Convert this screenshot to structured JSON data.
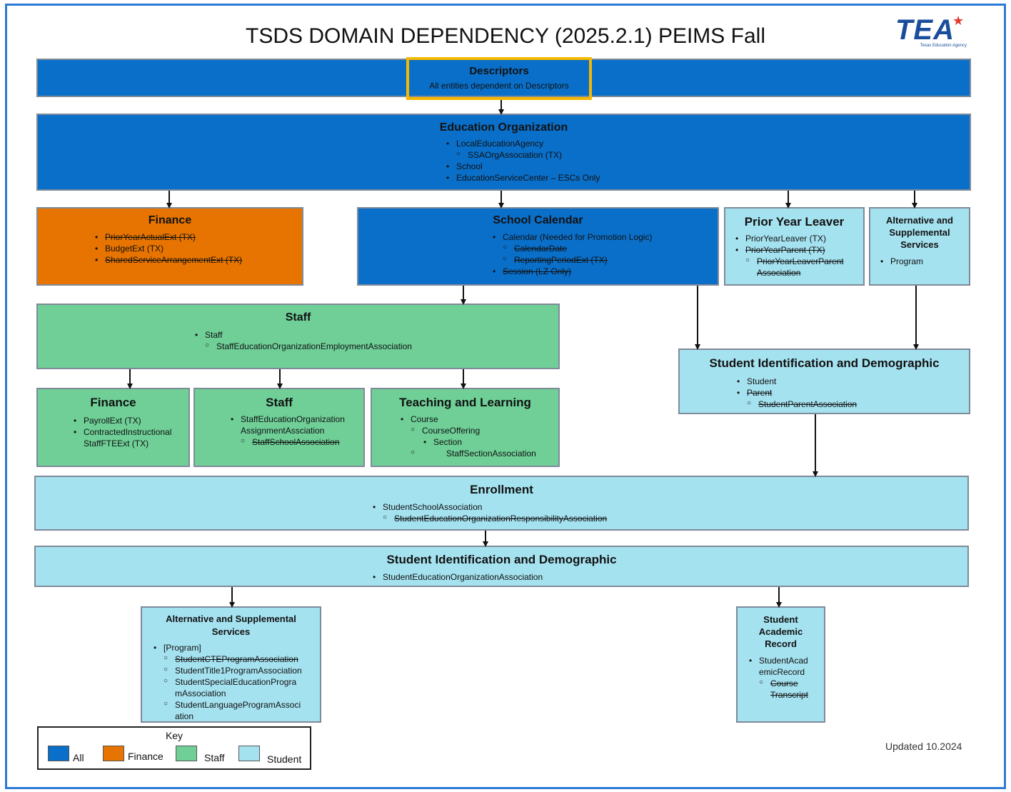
{
  "title": "TSDS DOMAIN DEPENDENCY (2025.2.1) PEIMS Fall",
  "logo": {
    "text": "TEA",
    "subtitle": "Texas Education Agency"
  },
  "colors": {
    "all": "#0a6fc9",
    "finance": "#e77400",
    "staff": "#6fcf97",
    "student": "#a5e2f0",
    "highlight": "#f5b800"
  },
  "descriptors": {
    "title": "Descriptors",
    "subtitle": "All entities dependent on Descriptors"
  },
  "education_org": {
    "title": "Education Organization",
    "items": [
      "LocalEducationAgency",
      "SSAOrgAssociation (TX)",
      "School",
      "EducationServiceCenter – ESCs Only"
    ]
  },
  "finance_top": {
    "title": "Finance",
    "items": [
      "PriorYearActualExt (TX)",
      "BudgetExt (TX)",
      "SharedServiceArrangementExt (TX)"
    ]
  },
  "school_calendar": {
    "title": "School Calendar",
    "items": [
      "Calendar (Needed for Promotion Logic)",
      "CalendarDate",
      "ReportingPeriodExt (TX)",
      "Session (LZ Only)"
    ]
  },
  "prior_year_leaver": {
    "title": "Prior Year Leaver",
    "items": [
      "PriorYearLeaver (TX)",
      "PriorYearParent (TX)",
      "PriorYearLeaverParent",
      "Association"
    ]
  },
  "alt_services_top": {
    "title": "Alternative and Supplemental Services",
    "items": [
      "Program"
    ]
  },
  "staff_main": {
    "title": "Staff",
    "items": [
      "Staff",
      "StaffEducationOrganizationEmploymentAssociation"
    ]
  },
  "student_id_top": {
    "title": "Student Identification and Demographic",
    "items": [
      "Student",
      "Parent",
      "StudentParentAssociation"
    ]
  },
  "finance_staff": {
    "title": "Finance",
    "items": [
      "PayrollExt (TX)",
      "ContractedInstructional",
      "StaffFTEExt (TX)"
    ]
  },
  "staff_sub": {
    "title": "Staff",
    "items": [
      "StaffEducationOrganization",
      "AssignmentAssciation",
      "StaffSchoolAssociation"
    ]
  },
  "teaching": {
    "title": "Teaching and Learning",
    "items": [
      "Course",
      "CourseOffering",
      "Section",
      "StaffSectionAssociation"
    ]
  },
  "enrollment": {
    "title": "Enrollment",
    "items": [
      "StudentSchoolAssociation",
      "StudentEducationOrganizationResponsibilityAssociation"
    ]
  },
  "student_id_bottom": {
    "title": "Student Identification and Demographic",
    "items": [
      "StudentEducationOrganizationAssociation"
    ]
  },
  "alt_services_bottom": {
    "title": "Alternative and Supplemental Services",
    "items": [
      "[Program]",
      "StudentCTEProgramAssociation",
      "StudentTitle1ProgramAssociation",
      "StudentSpecialEducationProgra",
      "mAssociation",
      "StudentLanguageProgramAssoci",
      "ation"
    ]
  },
  "academic_record": {
    "title_lines": [
      "Student",
      "Academic",
      "Record"
    ],
    "items": [
      "StudentAcad",
      "emicRecord",
      "Course",
      "Transcript"
    ]
  },
  "key": {
    "title": "Key",
    "all": "All",
    "finance": "Finance",
    "staff": "Staff",
    "student": "Student"
  },
  "updated": "Updated 10.2024"
}
